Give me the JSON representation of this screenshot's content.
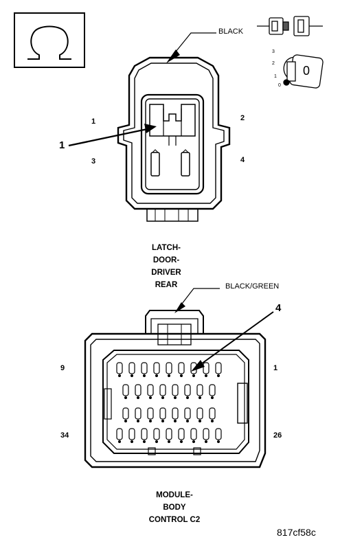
{
  "connector1": {
    "wire_color": "BLACK",
    "pin_labels": {
      "top_left": "1",
      "top_right": "2",
      "bottom_left": "3",
      "bottom_right": "4"
    },
    "callout": "1",
    "name_lines": [
      "LATCH-",
      "DOOR-",
      "DRIVER",
      "REAR"
    ]
  },
  "connector2": {
    "wire_color": "BLACK/GREEN",
    "pin_labels": {
      "top_left": "9",
      "top_right": "1",
      "bottom_left": "34",
      "bottom_right": "26"
    },
    "callout": "4",
    "name_lines": [
      "MODULE-",
      "BODY",
      "CONTROL C2"
    ]
  },
  "key_icon": {
    "position_labels": [
      "3",
      "2",
      "1",
      "0"
    ],
    "key_text": "0"
  },
  "image_id": "817cf58c"
}
